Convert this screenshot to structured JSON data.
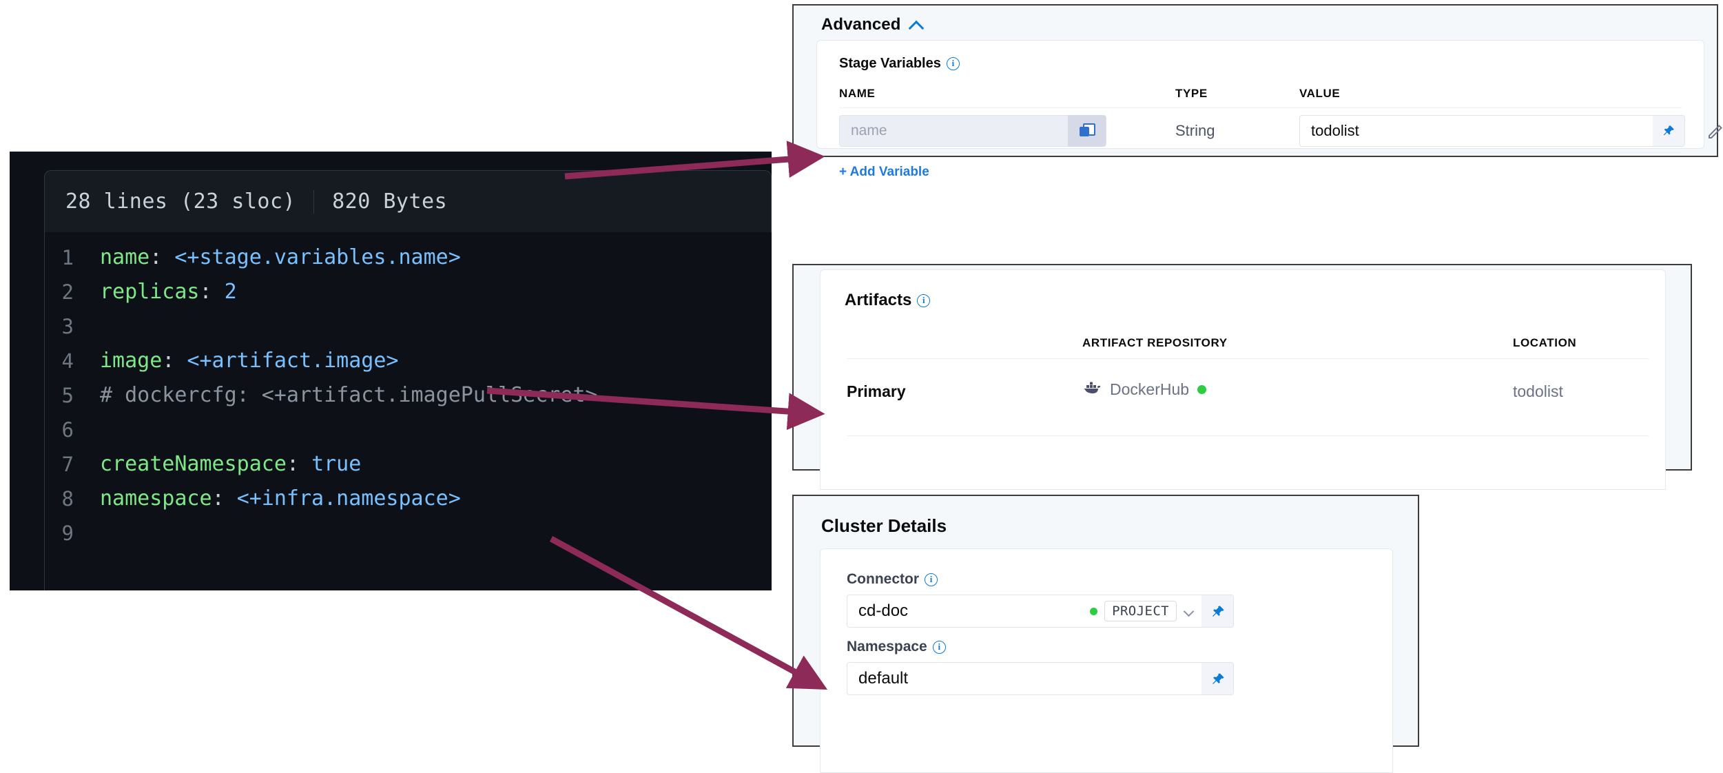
{
  "code_panel": {
    "lines_label": "28 lines (23 sloc)",
    "size_label": "820 Bytes",
    "lines": [
      {
        "num": "1",
        "key": "name:",
        "value": "<+stage.variables.name>",
        "kind": "kv"
      },
      {
        "num": "2",
        "key": "replicas:",
        "value": "2",
        "kind": "kv"
      },
      {
        "num": "3",
        "key": "",
        "value": "",
        "kind": "blank"
      },
      {
        "num": "4",
        "key": "image:",
        "value": "<+artifact.image>",
        "kind": "kv"
      },
      {
        "num": "5",
        "key": "",
        "value": "# dockercfg: <+artifact.imagePullSecret>",
        "kind": "comment"
      },
      {
        "num": "6",
        "key": "",
        "value": "",
        "kind": "blank"
      },
      {
        "num": "7",
        "key": "createNamespace:",
        "value": "true",
        "kind": "kv"
      },
      {
        "num": "8",
        "key": "namespace:",
        "value": "<+infra.namespace>",
        "kind": "kv"
      },
      {
        "num": "9",
        "key": "",
        "value": "",
        "kind": "blank"
      }
    ]
  },
  "advanced": {
    "title": "Advanced",
    "collapse_icon": "chevron-up-icon",
    "stage_variables": {
      "label": "Stage Variables",
      "info_icon": "info-icon",
      "columns": [
        "NAME",
        "TYPE",
        "VALUE"
      ],
      "rows": [
        {
          "name_placeholder": "name",
          "name_value": "",
          "copy_icon": "copy-icon",
          "type": "String",
          "value": "todolist",
          "pin_icon": "pin-icon",
          "edit_icon": "pencil-icon",
          "delete_icon": "trash-icon"
        }
      ],
      "add_variable_label": "+ Add Variable"
    }
  },
  "artifacts": {
    "label": "Artifacts",
    "info_icon": "info-icon",
    "columns": [
      "",
      "ARTIFACT REPOSITORY",
      "LOCATION"
    ],
    "rows": [
      {
        "name": "Primary",
        "repository": "DockerHub",
        "repository_icon": "docker-whale-icon",
        "status": "connected",
        "status_color": "#2ecc40",
        "location": "todolist"
      }
    ]
  },
  "cluster_details": {
    "title": "Cluster Details",
    "connector": {
      "label": "Connector",
      "info_icon": "info-icon",
      "value": "cd-doc",
      "status_color": "#2ecc40",
      "scope": "PROJECT",
      "dropdown_icon": "chevron-down-icon",
      "pin_icon": "pin-icon"
    },
    "namespace": {
      "label": "Namespace",
      "info_icon": "info-icon",
      "value": "default",
      "pin_icon": "pin-icon"
    }
  },
  "annotations": {
    "arrow_color": "#8e2a58",
    "arrows": [
      {
        "name": "arrow-name-variable",
        "from_text": "<+stage.variables.name>",
        "to_text": "name"
      },
      {
        "name": "arrow-artifact-image",
        "from_text": "<+artifact.image>",
        "to_text": "Primary"
      },
      {
        "name": "arrow-infra-namespace",
        "from_text": "<+infra.namespace>",
        "to_text": "default"
      }
    ]
  }
}
